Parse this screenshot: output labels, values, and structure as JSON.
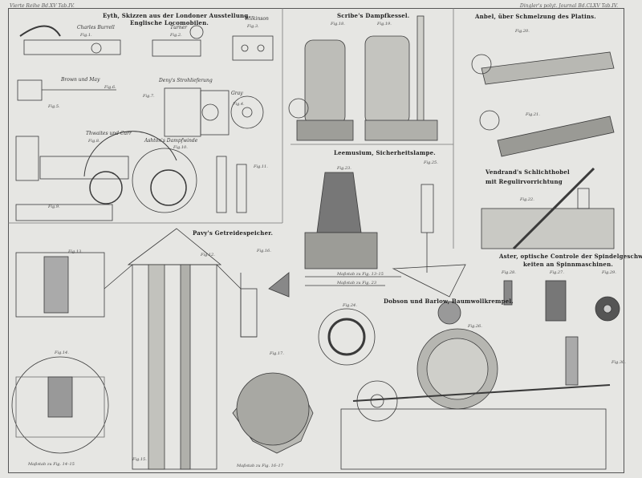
{
  "header": {
    "left": "Vierte Reihe Bd.XV Tab.IV.",
    "right": "Dingler's polyt. Journal Bd.CLXV Tab.IV."
  },
  "captions": {
    "eyth": "Eyth, Skizzen aus der Londoner Ausstellung.",
    "eyth_sub": "Englische Locomobilen.",
    "scribe": "Scribe's Dampfkessel.",
    "anbel": "Anbel, über Schmelzung des Platins.",
    "vendrand": "Vendrand's Schlichthobel",
    "vendrand_sub": "mit Regulirvorrichtung",
    "lemusium": "Leemusium, Sicherheitslampe.",
    "pavy": "Pavy's Getreidespeicher.",
    "aster": "Aster, optische Controle der Spindelgeschwindig-",
    "aster_sub": "keiten an Spinnmaschinen.",
    "dobson": "Dobson und Barlow, Baumwollkrempel."
  },
  "makers": [
    "Charles Burrell",
    "Turner",
    "Wilkinson",
    "Brown und May",
    "Deny's Strohlieferung",
    "Gray",
    "Thwaites und Carr",
    "Ashton's Dampfwinde"
  ],
  "figures": [
    "Fig.1.",
    "Fig.2.",
    "Fig.3.",
    "Fig.4.",
    "Fig.5.",
    "Fig.6.",
    "Fig.7.",
    "Fig.8.",
    "Fig.9.",
    "Fig.10.",
    "Fig.11.",
    "Fig.12.",
    "Fig.13.",
    "Fig.14.",
    "Fig.15.",
    "Fig.16.",
    "Fig.17.",
    "Fig.18.",
    "Fig.19.",
    "Fig.20.",
    "Fig.21.",
    "Fig.22.",
    "Fig.23.",
    "Fig.24.",
    "Fig.25.",
    "Fig.26.",
    "Fig.27.",
    "Fig.28.",
    "Fig.29.",
    "Fig.30."
  ],
  "scales": [
    "Maßstab zu Fig. 13–15",
    "Maßstab zu Fig. 23",
    "Maßstab zu Fig. 14–15",
    "Maßstab zu Fig. 16–17"
  ]
}
